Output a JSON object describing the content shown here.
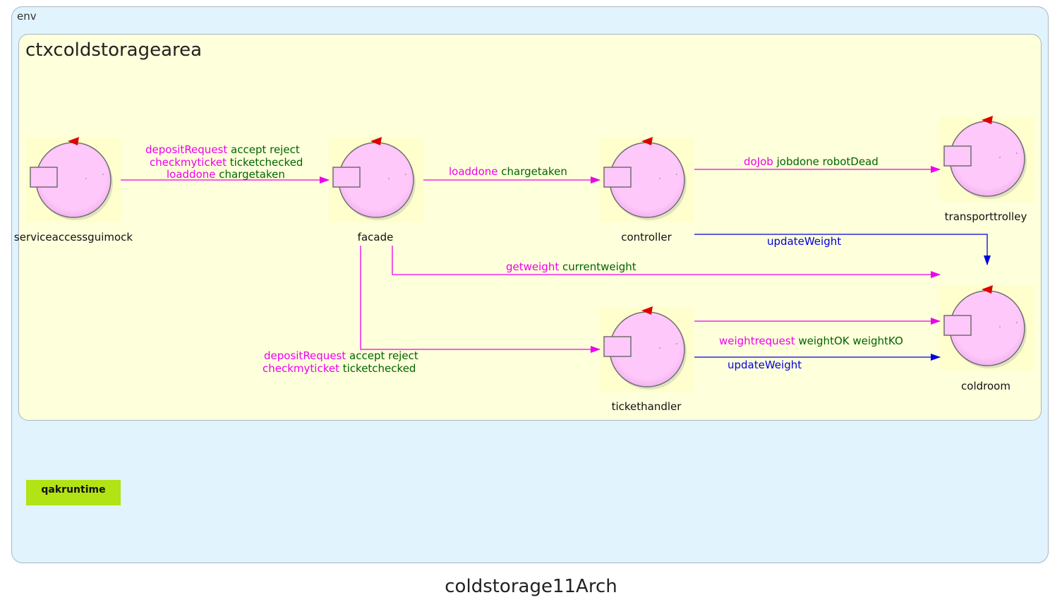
{
  "title": "coldstorage11Arch",
  "env": {
    "label": "env"
  },
  "context": {
    "label": "ctxcoldstoragearea"
  },
  "runtime": {
    "label": "qakruntime"
  },
  "actors": {
    "serviceaccessguimock": "serviceaccessguimock",
    "facade": "facade",
    "controller": "controller",
    "transporttrolley": "transporttrolley",
    "tickethandler": "tickethandler",
    "coldroom": "coldroom"
  },
  "messages": {
    "gui_facade": {
      "r1": "depositRequest",
      "a1": "accept reject",
      "r2": "checkmyticket",
      "a2": "ticketchecked",
      "r3": "loaddone",
      "a3": "chargetaken"
    },
    "facade_controller": {
      "r1": "loaddone",
      "a1": "chargetaken"
    },
    "controller_trolley": {
      "r1": "doJob",
      "a1": "jobdone robotDead"
    },
    "controller_coldroom": {
      "e1": "updateWeight"
    },
    "facade_coldroom": {
      "r1": "getweight",
      "a1": "currentweight"
    },
    "facade_tickethandler": {
      "r1": "depositRequest",
      "a1": "accept reject",
      "r2": "checkmyticket",
      "a2": "ticketchecked"
    },
    "tickethandler_coldroom": {
      "r1": "weightrequest",
      "a1": "weightOK weightKO",
      "e1": "updateWeight"
    }
  },
  "colors": {
    "request": "#ee00ee",
    "reply": "#006400",
    "event": "#0000dd",
    "actor_fill": "#ffc8fb",
    "runtime": "#b2e314"
  }
}
